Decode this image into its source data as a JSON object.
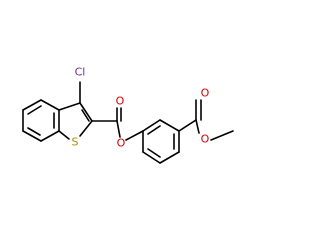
{
  "molecule": {
    "atoms": {
      "cl": {
        "label": "Cl"
      },
      "s": {
        "label": "S"
      },
      "o_carbonyl_1": {
        "label": "O"
      },
      "o_ester_1": {
        "label": "O"
      },
      "o_carbonyl_2": {
        "label": "O"
      },
      "o_ester_2": {
        "label": "O"
      }
    }
  },
  "colors": {
    "bond": "#000000",
    "chlorine": "#6b2e8f",
    "sulfur": "#b08a00",
    "oxygen": "#d40000",
    "background": "#ffffff"
  }
}
